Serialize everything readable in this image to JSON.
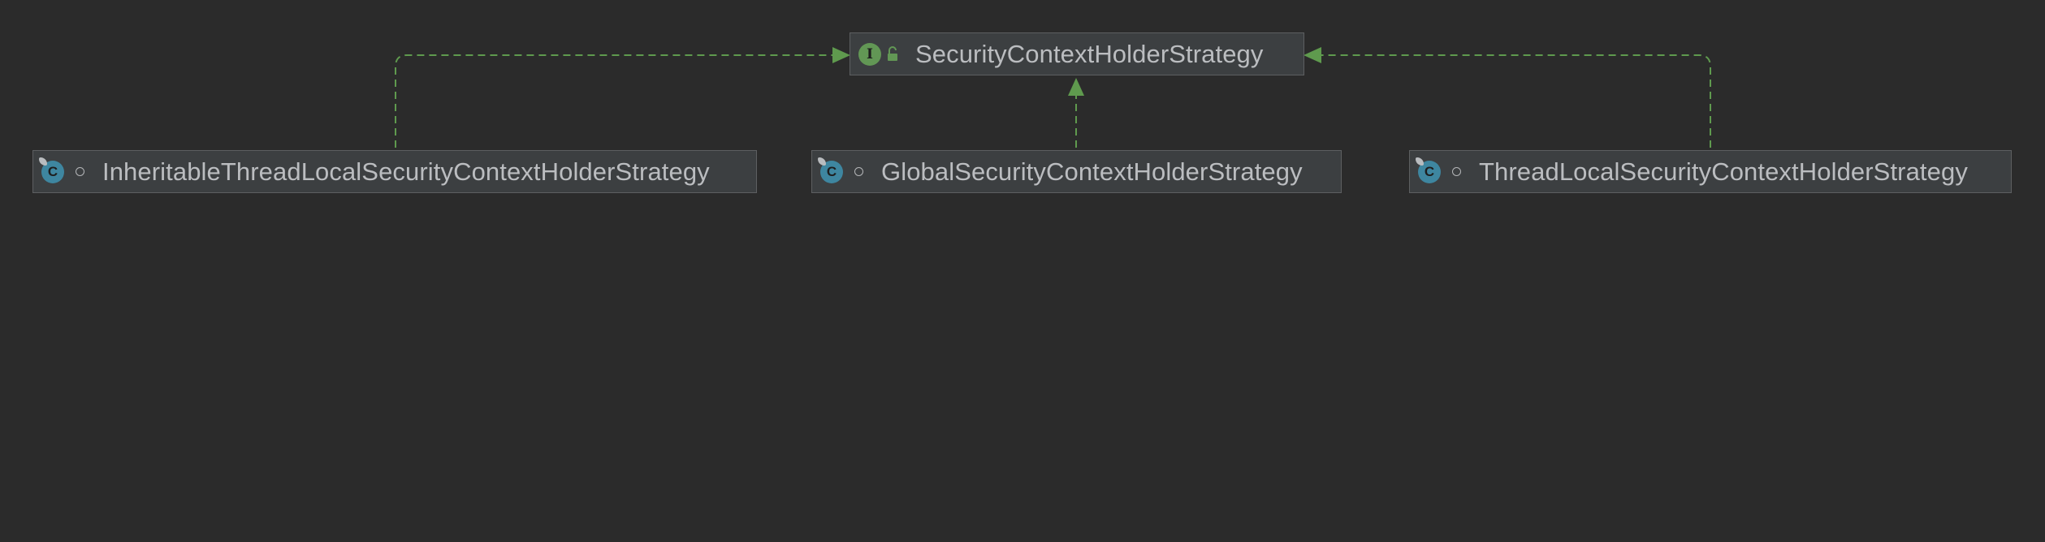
{
  "diagram": {
    "colors": {
      "background": "#2b2b2b",
      "node_fill": "#3c3f41",
      "node_border": "#5d5f61",
      "text": "#bbbdc0",
      "edge": "#5f9a4e",
      "interface_icon": "#629755",
      "class_icon": "#3e86a0"
    },
    "interface": {
      "name": "SecurityContextHolderStrategy",
      "kind_icon": "interface-icon",
      "kind_letter": "I",
      "visibility_icon": "public-lock-icon"
    },
    "classes": [
      {
        "name": "InheritableThreadLocalSecurityContextHolderStrategy",
        "kind_icon": "class-icon",
        "kind_letter": "C",
        "visibility_icon": "package-private-dot-icon"
      },
      {
        "name": "GlobalSecurityContextHolderStrategy",
        "kind_icon": "class-icon",
        "kind_letter": "C",
        "visibility_icon": "package-private-dot-icon"
      },
      {
        "name": "ThreadLocalSecurityContextHolderStrategy",
        "kind_icon": "class-icon",
        "kind_letter": "C",
        "visibility_icon": "package-private-dot-icon"
      }
    ],
    "relations": [
      {
        "from": "InheritableThreadLocalSecurityContextHolderStrategy",
        "to": "SecurityContextHolderStrategy",
        "type": "implements"
      },
      {
        "from": "GlobalSecurityContextHolderStrategy",
        "to": "SecurityContextHolderStrategy",
        "type": "implements"
      },
      {
        "from": "ThreadLocalSecurityContextHolderStrategy",
        "to": "SecurityContextHolderStrategy",
        "type": "implements"
      }
    ]
  }
}
